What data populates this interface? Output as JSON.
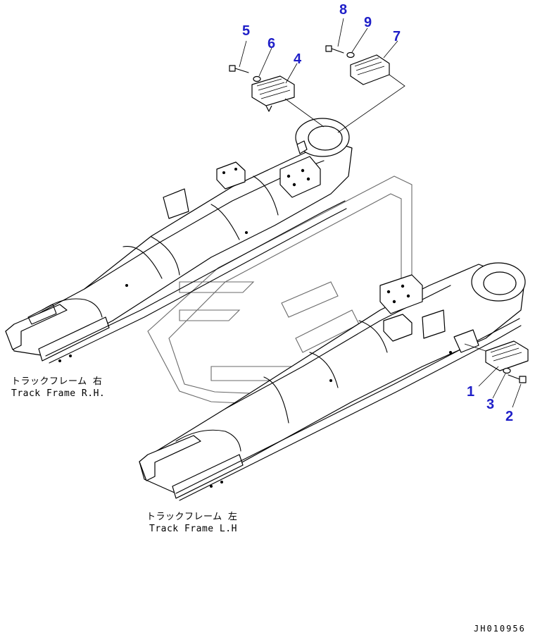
{
  "callouts": [
    "1",
    "2",
    "3",
    "4",
    "5",
    "6",
    "7",
    "8",
    "9"
  ],
  "captions": {
    "right_jp": "トラックフレーム 右",
    "right_en": "Track Frame R.H.",
    "left_jp": "トラックフレーム 左",
    "left_en": "Track Frame L.H"
  },
  "drawing_code": "JH010956",
  "colors": {
    "callout": "#1f1fc8",
    "line": "#000000",
    "watermark": "#6a6a6a"
  }
}
